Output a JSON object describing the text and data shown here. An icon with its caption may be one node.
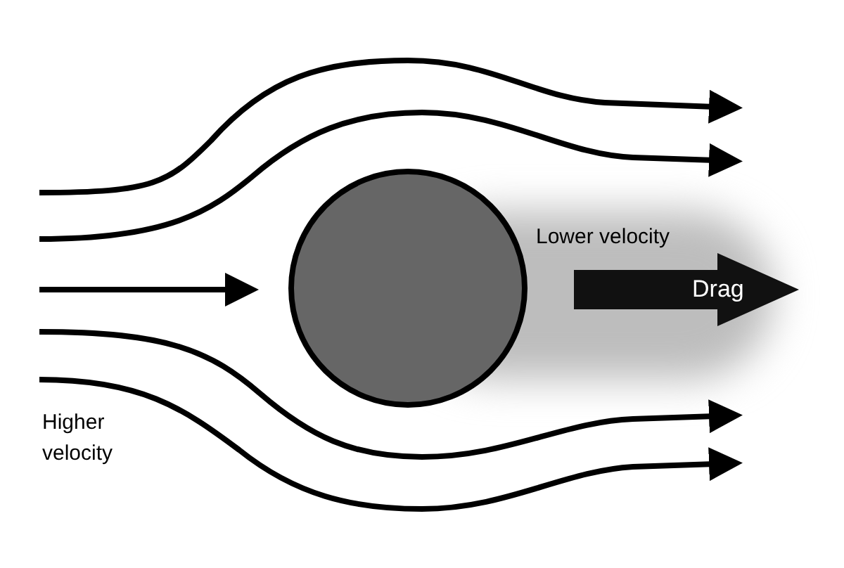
{
  "diagram": {
    "nodes": [
      {
        "text": [],
        "shape": "circle"
      },
      {
        "text": [
          "Drag"
        ]
      }
    ],
    "labels": [
      "Lower velocity",
      "Higher velocity"
    ]
  }
}
